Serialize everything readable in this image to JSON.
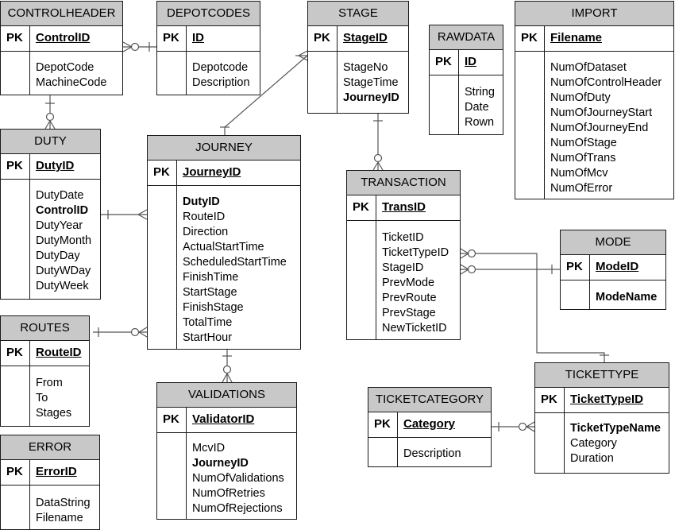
{
  "pk_label": "PK",
  "tables": {
    "controlheader": {
      "name": "CONTROLHEADER",
      "pk": "ControlID",
      "fields": [
        {
          "t": "DepotCode"
        },
        {
          "t": "MachineCode"
        }
      ]
    },
    "depotcodes": {
      "name": "DEPOTCODES",
      "pk": "ID",
      "fields": [
        {
          "t": "Depotcode"
        },
        {
          "t": "Description"
        }
      ]
    },
    "stage": {
      "name": "STAGE",
      "pk": "StageID",
      "fields": [
        {
          "t": "StageNo"
        },
        {
          "t": "StageTime"
        },
        {
          "t": "JourneyID",
          "b": true
        }
      ]
    },
    "rawdata": {
      "name": "RAWDATA",
      "pk": "ID",
      "fields": [
        {
          "t": "String"
        },
        {
          "t": "Date"
        },
        {
          "t": "Rown"
        }
      ]
    },
    "import": {
      "name": "IMPORT",
      "pk": "Filename",
      "fields": [
        {
          "t": "NumOfDataset"
        },
        {
          "t": "NumOfControlHeader"
        },
        {
          "t": "NumOfDuty"
        },
        {
          "t": "NumOfJourneyStart"
        },
        {
          "t": "NumOfJourneyEnd"
        },
        {
          "t": "NumOfStage"
        },
        {
          "t": "NumOfTrans"
        },
        {
          "t": "NumOfMcv"
        },
        {
          "t": "NumOfError"
        }
      ]
    },
    "duty": {
      "name": "DUTY",
      "pk": "DutyID",
      "fields": [
        {
          "t": "DutyDate"
        },
        {
          "t": "ControlID",
          "b": true
        },
        {
          "t": "DutyYear"
        },
        {
          "t": "DutyMonth"
        },
        {
          "t": "DutyDay"
        },
        {
          "t": "DutyWDay"
        },
        {
          "t": "DutyWeek"
        }
      ]
    },
    "journey": {
      "name": "JOURNEY",
      "pk": "JourneyID",
      "fields": [
        {
          "t": "DutyID",
          "b": true
        },
        {
          "t": "RouteID"
        },
        {
          "t": "Direction"
        },
        {
          "t": "ActualStartTime"
        },
        {
          "t": "ScheduledStartTime"
        },
        {
          "t": "FinishTime"
        },
        {
          "t": "StartStage"
        },
        {
          "t": "FinishStage"
        },
        {
          "t": "TotalTime"
        },
        {
          "t": "StartHour"
        }
      ]
    },
    "transaction": {
      "name": "TRANSACTION",
      "pk": "TransID",
      "fields": [
        {
          "t": "TicketID"
        },
        {
          "t": "TicketTypeID"
        },
        {
          "t": "StageID"
        },
        {
          "t": "PrevMode"
        },
        {
          "t": "PrevRoute"
        },
        {
          "t": "PrevStage"
        },
        {
          "t": "NewTicketID"
        }
      ]
    },
    "mode": {
      "name": "MODE",
      "pk": "ModeID",
      "fields": [
        {
          "t": "ModeName",
          "b": true
        }
      ]
    },
    "routes": {
      "name": "ROUTES",
      "pk": "RouteID",
      "fields": [
        {
          "t": "From"
        },
        {
          "t": "To"
        },
        {
          "t": "Stages"
        }
      ]
    },
    "validations": {
      "name": "VALIDATIONS",
      "pk": "ValidatorID",
      "fields": [
        {
          "t": "McvID"
        },
        {
          "t": "JourneyID",
          "b": true
        },
        {
          "t": "NumOfValidations"
        },
        {
          "t": "NumOfRetries"
        },
        {
          "t": "NumOfRejections"
        }
      ]
    },
    "ticketcategory": {
      "name": "TICKETCATEGORY",
      "pk": "Category",
      "fields": [
        {
          "t": "Description"
        }
      ]
    },
    "tickettype": {
      "name": "TICKETTYPE",
      "pk": "TicketTypeID",
      "fields": [
        {
          "t": "TicketTypeName",
          "b": true
        },
        {
          "t": "Category"
        },
        {
          "t": "Duration"
        }
      ]
    },
    "error": {
      "name": "ERROR",
      "pk": "ErrorID",
      "fields": [
        {
          "t": "DataString"
        },
        {
          "t": "Filename"
        }
      ]
    }
  }
}
